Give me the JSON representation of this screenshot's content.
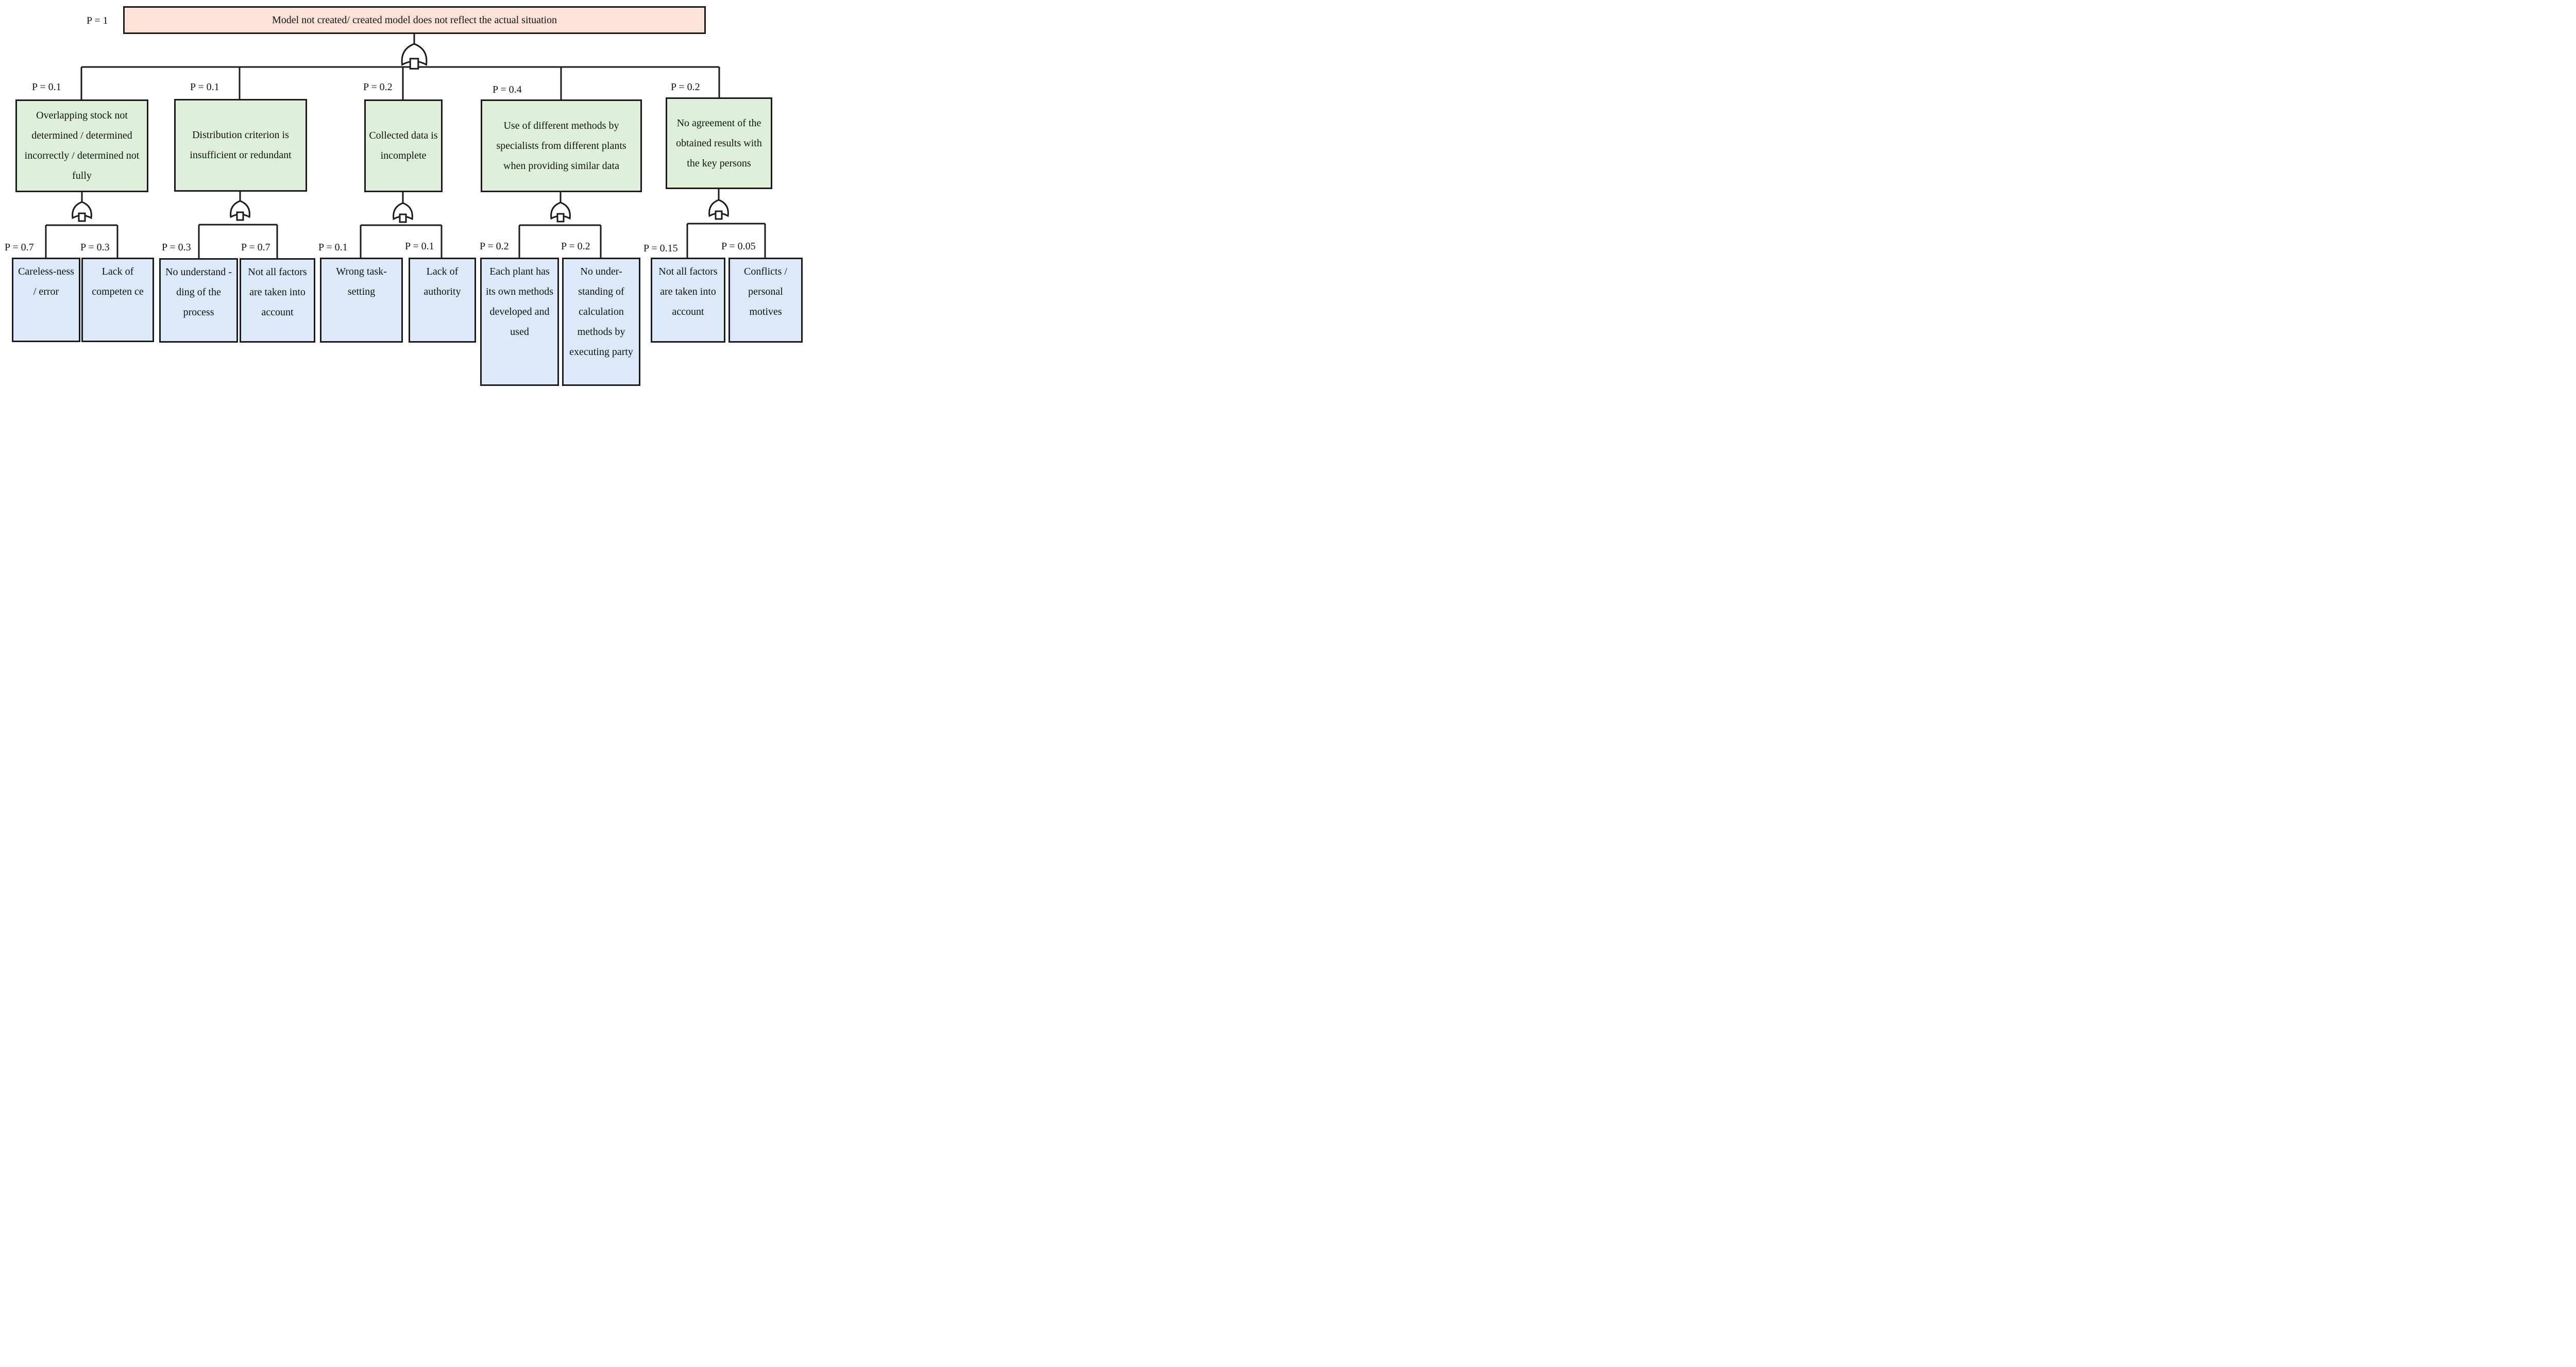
{
  "top_event": {
    "label": "Model not created/ created model does not reflect the actual situation",
    "probability": "P = 1"
  },
  "causes": [
    {
      "label": "Overlapping stock not determined / determined incorrectly / determined not fully",
      "probability": "P = 0.1",
      "sub_causes": [
        {
          "label": "Careless-ness / error",
          "probability": "P = 0.7"
        },
        {
          "label": "Lack of competen ce",
          "probability": "P = 0.3"
        }
      ]
    },
    {
      "label": "Distribution criterion is insufficient or redundant",
      "probability": "P = 0.1",
      "sub_causes": [
        {
          "label": "No understand -ding of the process",
          "probability": "P = 0.3"
        },
        {
          "label": "Not all factors are taken into account",
          "probability": "P = 0.7"
        }
      ]
    },
    {
      "label": "Collected data is incomplete",
      "probability": "P = 0.2",
      "sub_causes": [
        {
          "label": "Wrong task-setting",
          "probability": "P = 0.1"
        },
        {
          "label": "Lack of authority",
          "probability": "P = 0.1"
        }
      ]
    },
    {
      "label": "Use of different methods by specialists from different plants when providing similar data",
      "probability": "P = 0.4",
      "sub_causes": [
        {
          "label": "Each plant has its own methods developed and used",
          "probability": "P = 0.2"
        },
        {
          "label": "No under-standing of calculation methods by executing party",
          "probability": "P = 0.2"
        }
      ]
    },
    {
      "label": "No agreement of the obtained results with the key persons",
      "probability": "P = 0.2",
      "sub_causes": [
        {
          "label": "Not all factors are taken into account",
          "probability": "P = 0.15"
        },
        {
          "label": "Conflicts / personal motives",
          "probability": "P = 0.05"
        }
      ]
    }
  ],
  "colors": {
    "top_event_fill": "#fde3d7",
    "cause_fill": "#dff0da",
    "sub_cause_fill": "#dbe9f8",
    "line": "#1a1a1a"
  },
  "gate_icon": "or-gate-icon"
}
